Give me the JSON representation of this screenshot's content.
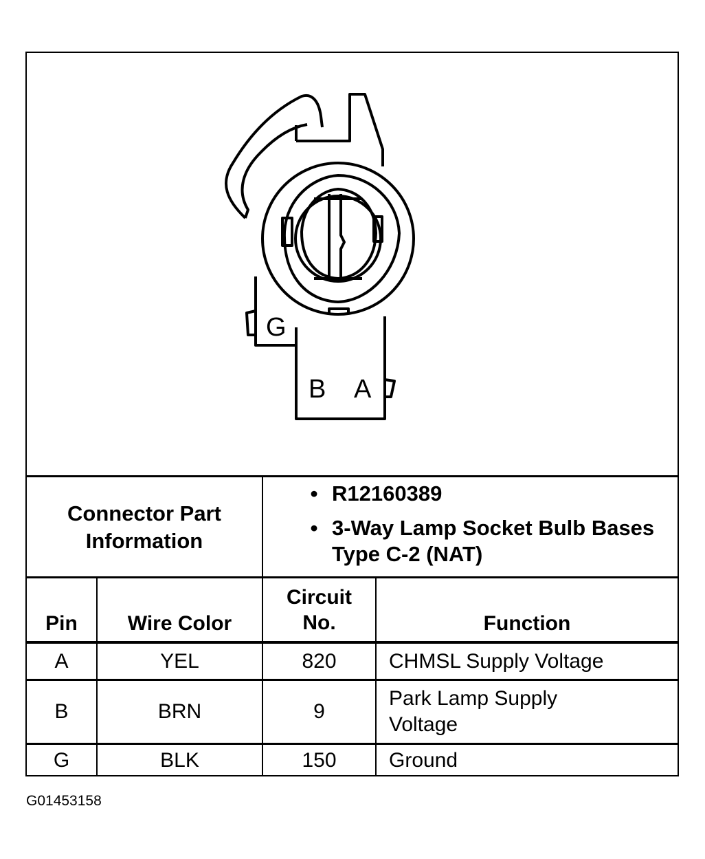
{
  "connector_view": {
    "pin_labels": [
      "G",
      "B",
      "A"
    ]
  },
  "part_info": {
    "label": "Connector Part Information",
    "bullets": [
      "R12160389",
      "3-Way Lamp Socket Bulb Bases Type C-2 (NAT)"
    ]
  },
  "table": {
    "headers": {
      "pin": "Pin",
      "wire_color": "Wire Color",
      "circuit_no": "Circuit No.",
      "function": "Function"
    },
    "rows": [
      {
        "pin": "A",
        "wire_color": "YEL",
        "circuit_no": "820",
        "function": "CHMSL Supply Voltage"
      },
      {
        "pin": "B",
        "wire_color": "BRN",
        "circuit_no": "9",
        "function": "Park Lamp Supply Voltage"
      },
      {
        "pin": "G",
        "wire_color": "BLK",
        "circuit_no": "150",
        "function": "Ground"
      }
    ]
  },
  "figure_id": "G01453158"
}
